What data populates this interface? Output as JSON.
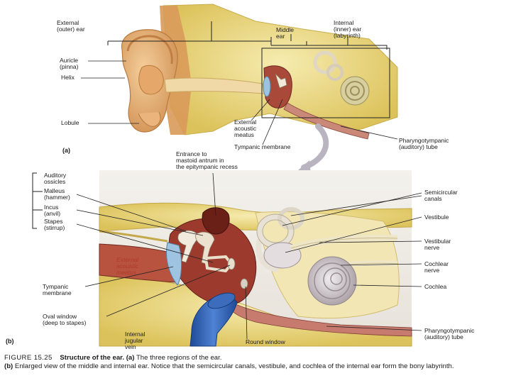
{
  "panel_a": {
    "letter": "(a)",
    "labels": {
      "external_ear": "External\n(outer) ear",
      "middle_ear": "Middle\near",
      "internal_ear": "Internal\n(inner) ear\n(labyrinth)",
      "auricle": "Auricle\n(pinna)",
      "helix": "Helix",
      "lobule": "Lobule",
      "external_acoustic_meatus": "External\nacoustic\nmeatus",
      "tympanic_membrane": "Tympanic membrane",
      "pharyngotympanic_tube": "Pharyngotympanic\n(auditory) tube"
    }
  },
  "panel_b": {
    "letter": "(b)",
    "labels": {
      "mastoid_antrum": "Entrance to\nmastoid antrum in\nthe epitympanic recess",
      "auditory_ossicles": "Auditory\nossicles",
      "malleus": "Malleus\n(hammer)",
      "incus": "Incus\n(anvil)",
      "stapes": "Stapes\n(stirrup)",
      "external_acoustic_meatus": "External\nacoustic\nmeatus",
      "tympanic_membrane": "Tympanic\nmembrane",
      "oval_window": "Oval window\n(deep to stapes)",
      "internal_jugular_vein": "Internal\njugular\nvein",
      "round_window": "Round window",
      "semicircular_canals": "Semicircular\ncanals",
      "vestibule": "Vestibule",
      "vestibular_nerve": "Vestibular\nnerve",
      "cochlear_nerve": "Cochlear\nnerve",
      "cochlea": "Cochlea",
      "pharyngotympanic_tube": "Pharyngotympanic\n(auditory) tube"
    }
  },
  "caption": {
    "figure_number": "FIGURE 15.25",
    "title": "Structure of the ear.",
    "part_a_marker": "(a)",
    "part_a_text": "The three regions of the ear.",
    "part_b_marker": "(b)",
    "part_b_text": "Enlarged view of the middle and internal ear. Notice that the semicircular canals, vestibule, and cochlea of the internal ear form the bony labyrinth."
  },
  "colors": {
    "bone_yellow": "#e8d36a",
    "bone_light": "#f2e6a2",
    "skin": "#e9b173",
    "skin_shadow": "#c98a4a",
    "cavity_red": "#9a3b30",
    "membrane_blue": "#8fb7d6",
    "vein_blue": "#2d5fb3",
    "cochlea_grey": "#c9c2c6",
    "tube_pink": "#c77a6e"
  }
}
